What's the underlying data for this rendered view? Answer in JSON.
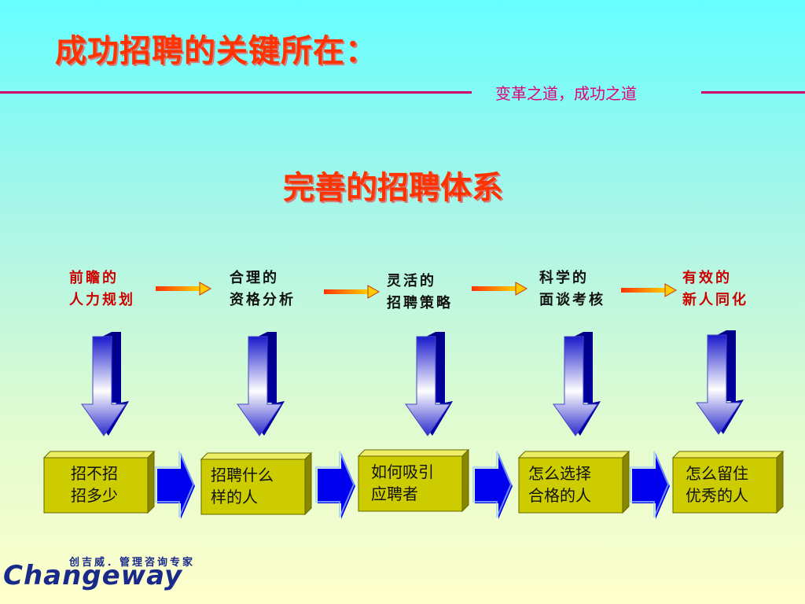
{
  "title": "成功招聘的关键所在：",
  "slogan": "变革之道，成功之道",
  "heading": "完善的招聘体系",
  "stages": [
    {
      "line1": "前瞻的",
      "line2": "人力规划"
    },
    {
      "line1": "合理的",
      "line2": "资格分析"
    },
    {
      "line1": "灵活的",
      "line2": "招聘策略"
    },
    {
      "line1": "科学的",
      "line2": "面谈考核"
    },
    {
      "line1": "有效的",
      "line2": "新人同化"
    }
  ],
  "boxes": [
    {
      "line1": "招不招",
      "line2": "招多少"
    },
    {
      "line1": "招聘什么",
      "line2": "样的人"
    },
    {
      "line1": "如何吸引",
      "line2": "应聘者"
    },
    {
      "line1": "怎么选择",
      "line2": "合格的人"
    },
    {
      "line1": "怎么留住",
      "line2": "优秀的人"
    }
  ],
  "logo": {
    "tagline": "创吉威．管理咨询专家",
    "name": "Changeway"
  },
  "colors": {
    "title": "#ff3300",
    "slogan": "#e0007a",
    "rule": "#cc0066",
    "box_face": "#cccc00",
    "arrow_blue": "#0000cc"
  }
}
